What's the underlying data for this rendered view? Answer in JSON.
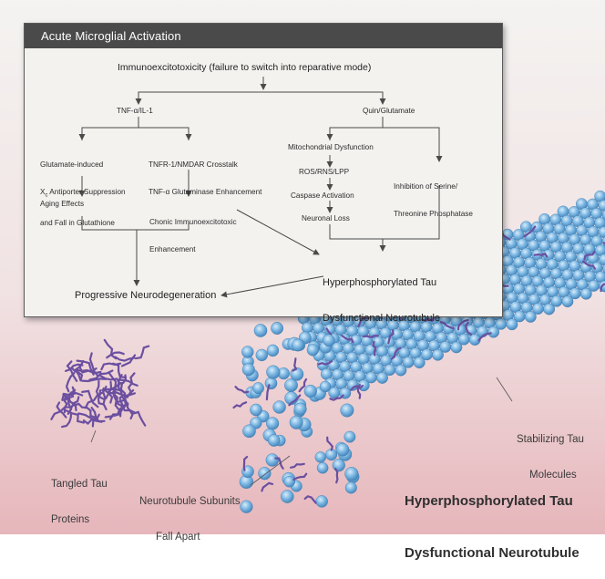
{
  "colors": {
    "bg_top": "#f4f3f1",
    "bg_bottom": "#e7b8bd",
    "header": "#4a4a4a",
    "panel": "#f3f2ef",
    "subunit": "#7cb7e0",
    "tau": "#6b4fa0"
  },
  "panel": {
    "title": "Acute Microglial Activation",
    "nodes": {
      "root": "Immunoexcitotoxicity (failure to switch into reparative mode)",
      "tnf": "TNF-α/IL-1",
      "quin": "Quin/Glutamate",
      "glut_line1": "Glutamate-induced",
      "glut_line2_prefix": "X",
      "glut_line2_sub": "c",
      "glut_line2_rest": " Antiporter Suppression",
      "glut_line3": "and Fall in Glutathione",
      "tnfr_line1": "TNFR-1/NMDAR Crosstalk",
      "tnfr_line2": "TNF-α Glutaminase Enhancement",
      "mito": "Mitochondrial Dysfunction",
      "ros": "ROS/RNS/LPP",
      "caspase": "Caspase Activation",
      "neuronal": "Neuronal Loss",
      "inhib_line1": "Inhibition of Serine/",
      "inhib_line2": "Threonine Phosphatase",
      "aging": "Aging Effects",
      "chonic_line1": "Chonic Immunoexcitotoxic",
      "chonic_line2": "Enhancement",
      "hyper_line1": "Hyperphosphorylated Tau",
      "hyper_line2": "Dysfunctional Neurotubule",
      "progressive": "Progressive Neurodegeneration"
    }
  },
  "illustration": {
    "tangled_line1": "Tangled Tau",
    "tangled_line2": "Proteins",
    "subunits_line1": "Neurotubule Subunits",
    "subunits_line2": "Fall Apart",
    "stabilizing_line1": "Stabilizing Tau",
    "stabilizing_line2": "Molecules",
    "title_line1": "Hyperphosphorylated Tau",
    "title_line2": "Dysfunctional Neurotubule"
  }
}
